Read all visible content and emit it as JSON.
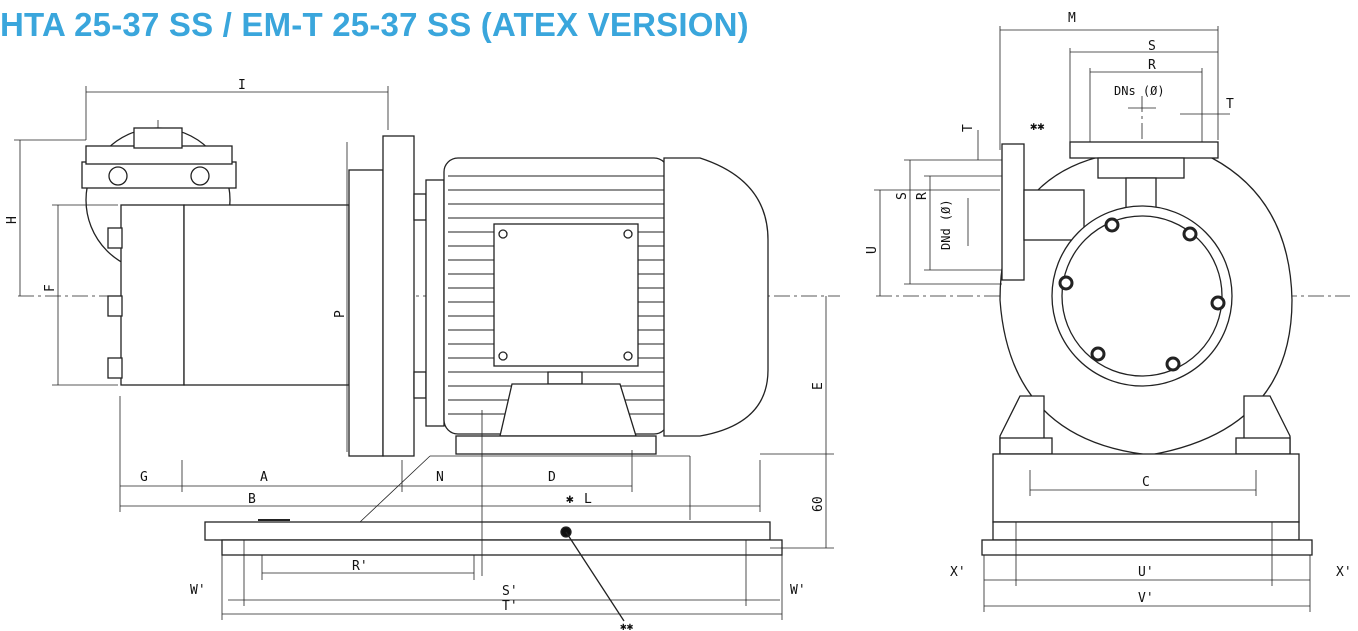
{
  "title": "HTA 25-37 SS / EM-T 25-37 SS (ATEX VERSION)",
  "side_view": {
    "dims": {
      "I": "I",
      "H": "H",
      "F": "F",
      "P": "P",
      "E": "E",
      "G": "G",
      "A": "A",
      "N": "N",
      "D": "D",
      "B": "B",
      "L": "L",
      "dim60": "60",
      "Rp": "R'",
      "Sp": "S'",
      "Tp": "T'",
      "Wp_left": "W'",
      "Wp_right": "W'"
    },
    "star_single": "✱",
    "star_double": "✱✱"
  },
  "front_view": {
    "dims": {
      "M": "M",
      "S": "S",
      "R": "R",
      "DNs": "DNs (Ø)",
      "T_top": "T",
      "T_side": "T",
      "S_side": "S",
      "R_side": "R",
      "DNd": "DNd (Ø)",
      "U": "U",
      "C": "C",
      "Xp_left": "X'",
      "Up": "U'",
      "Xp_right": "X'",
      "Vp": "V'"
    },
    "star_double": "✱✱"
  },
  "colors": {
    "title": "#3aa6dc",
    "line": "#222222",
    "body_fill": "#ffffff"
  }
}
